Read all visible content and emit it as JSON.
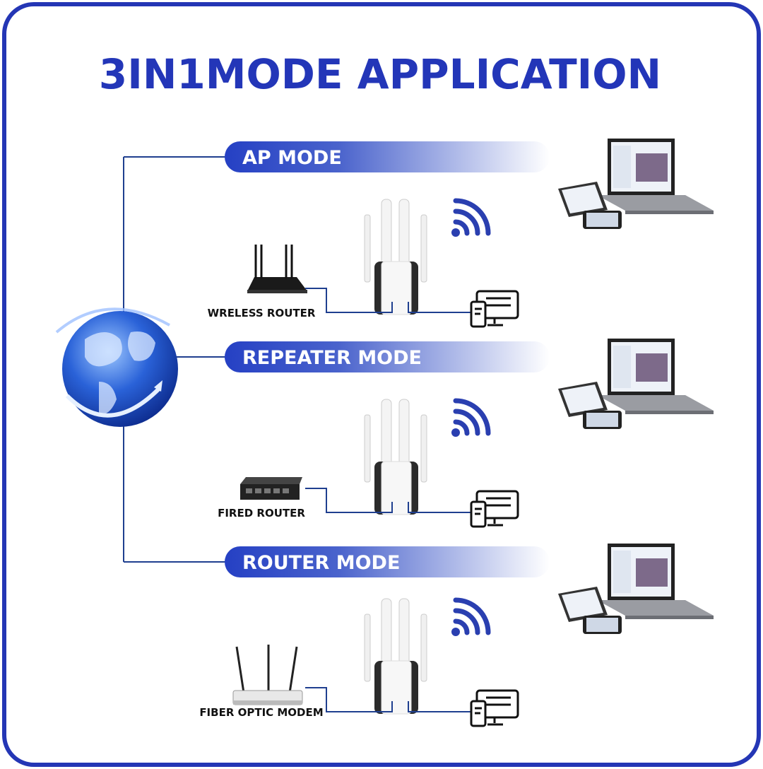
{
  "title": "3IN1MODE APPLICATION",
  "colors": {
    "brand_blue": "#2336b8",
    "line_blue": "#1f3f8f",
    "frame": "#2436b5"
  },
  "modes": [
    {
      "label": "AP MODE",
      "source_device": "WRELESS ROUTER",
      "source_icon": "wireless-router-icon"
    },
    {
      "label": "REPEATER MODE",
      "source_device": "FIRED ROUTER",
      "source_icon": "wired-switch-icon"
    },
    {
      "label": "ROUTER MODE",
      "source_device": "FIBER OPTIC MODEM",
      "source_icon": "fiber-modem-icon"
    }
  ],
  "icons": [
    "globe-icon",
    "wifi-extender-icon",
    "wifi-signal-icon",
    "client-devices-icon",
    "laptop-tablet-phone-icon"
  ]
}
